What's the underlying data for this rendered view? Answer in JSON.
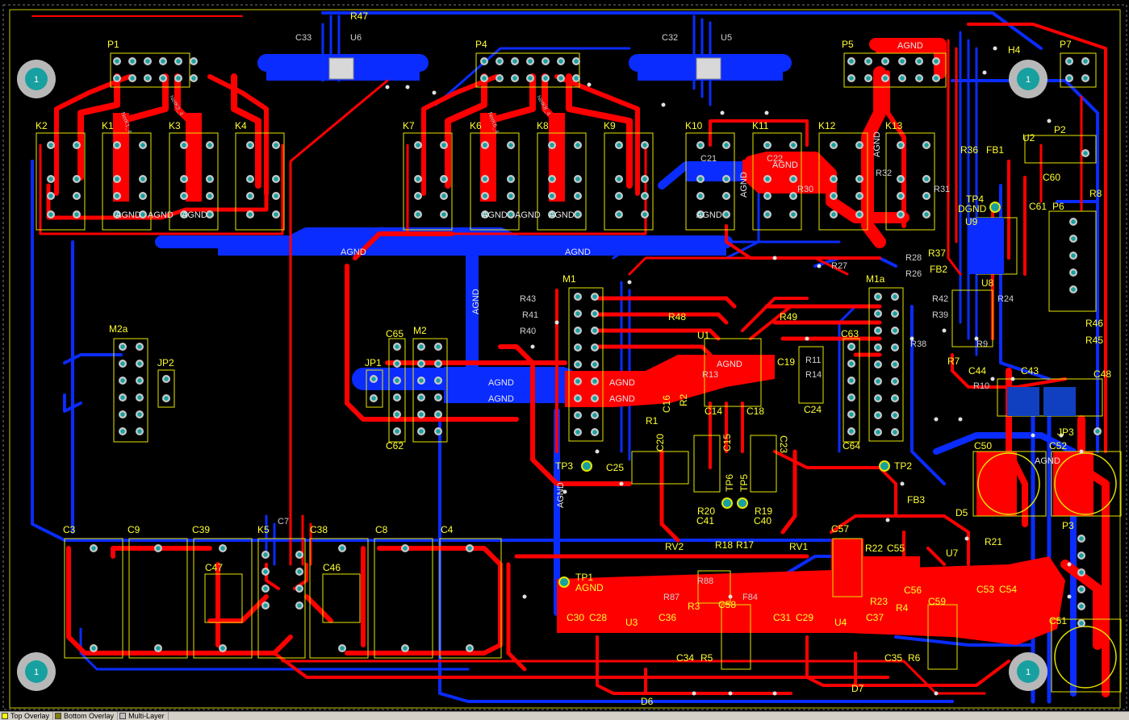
{
  "colors": {
    "background": "#000000",
    "top_layer": "#ff0000",
    "bottom_layer": "#0033ff",
    "silkscreen": "#ffff33",
    "pad": "#c8c8c8",
    "via_hole": "#20a0a0",
    "mounting_hole": "#1aa0a0"
  },
  "board": {
    "mounting_holes": [
      "1",
      "1",
      "1",
      "1"
    ],
    "labels": {
      "R47": "R47",
      "P1": "P1",
      "P4": "P4",
      "P5": "P5",
      "P7": "P7",
      "H4": "H4",
      "C33": "C33",
      "U6": "U6",
      "C32": "C32",
      "U5": "U5",
      "K2": "K2",
      "K1": "K1",
      "K3": "K3",
      "K4": "K4",
      "K7": "K7",
      "K6": "K6",
      "K8": "K8",
      "K9": "K9",
      "K10": "K10",
      "K11": "K11",
      "K12": "K12",
      "K13": "K13",
      "R36": "R36",
      "FB1": "FB1",
      "U2": "U2",
      "P2": "P2",
      "C60": "C60",
      "R8": "R8",
      "TP4": "TP4",
      "DGND": "DGND",
      "C61": "C61",
      "P6": "P6",
      "U9": "U9",
      "R37": "R37",
      "FB2": "FB2",
      "U8": "U8",
      "M1": "M1",
      "M1a": "M1a",
      "M2a": "M2a",
      "M2": "M2",
      "JP2": "JP2",
      "JP1": "JP1",
      "C65": "C65",
      "C62": "C62",
      "R48": "R48",
      "R49": "R49",
      "U1": "U1",
      "C19": "C19",
      "C24": "C24",
      "C63": "C63",
      "C64": "C64",
      "R7": "R7",
      "R46": "R46",
      "R45": "R45",
      "C44": "C44",
      "C43": "C43",
      "C48": "C48",
      "R1": "R1",
      "C16": "C16",
      "R2": "R2",
      "C20": "C20",
      "C14": "C14",
      "C18": "C18",
      "C15": "C15",
      "C23": "C23",
      "TP3": "TP3",
      "C25": "C25",
      "TP2": "TP2",
      "C50": "C50",
      "C52": "C52",
      "JP3": "JP3",
      "R20": "R20",
      "C41": "C41",
      "TP6": "TP6",
      "TP5": "TP5",
      "R19": "R19",
      "C40": "C40",
      "RV2": "RV2",
      "R18": "R18",
      "R17": "R17",
      "RV1": "RV1",
      "FB3": "FB3",
      "D5": "D5",
      "C57": "C57",
      "R22": "R22",
      "C55": "C55",
      "U7": "U7",
      "R21": "R21",
      "P3": "P3",
      "C3": "C3",
      "C9": "C9",
      "C39": "C39",
      "K5": "K5",
      "C38": "C38",
      "C8": "C8",
      "C4": "C4",
      "C47": "C47",
      "C46": "C46",
      "C7": "C7",
      "TP1": "TP1",
      "AGND_TP1": "AGND",
      "C53": "C53",
      "C54": "C54",
      "R23": "R23",
      "R4": "R4",
      "C56": "C56",
      "C59": "C59",
      "C51": "C51",
      "C30": "C30",
      "C28": "C28",
      "U3": "U3",
      "C36": "C36",
      "R3": "R3",
      "C58": "C58",
      "C34": "C34",
      "R5": "R5",
      "C31": "C31",
      "C29": "C29",
      "U4": "U4",
      "C37": "C37",
      "C35": "C35",
      "R6": "R6",
      "D6": "D6",
      "D7": "D7"
    },
    "mirrored_labels": {
      "R43": "R43",
      "R41": "R41",
      "R40": "R40",
      "R42": "R42",
      "R39": "R39",
      "R38": "R38",
      "R27": "R27",
      "R28": "R28",
      "R26": "R26",
      "R24": "R24",
      "R9": "R9",
      "R10": "R10",
      "R13": "R13",
      "R14": "R14",
      "R11": "R11",
      "R30": "R30",
      "R32": "R32",
      "R31": "R31",
      "C21": "C21",
      "C22": "C22",
      "R88": "R88",
      "R87": "R87",
      "F84": "F84"
    },
    "nets": {
      "agnd": "AGND",
      "netk1": "NetK1_4",
      "netk3": "NetK3_4",
      "netk6": "NetK6_4",
      "netk8": "NetK8_4",
      "dgnd": "DGND"
    }
  },
  "layer_tabs": [
    {
      "label": "Top Overlay",
      "color": "#ffff00"
    },
    {
      "label": "Bottom Overlay",
      "color": "#808000"
    },
    {
      "label": "Multi-Layer",
      "color": "#c0c0c0"
    }
  ]
}
